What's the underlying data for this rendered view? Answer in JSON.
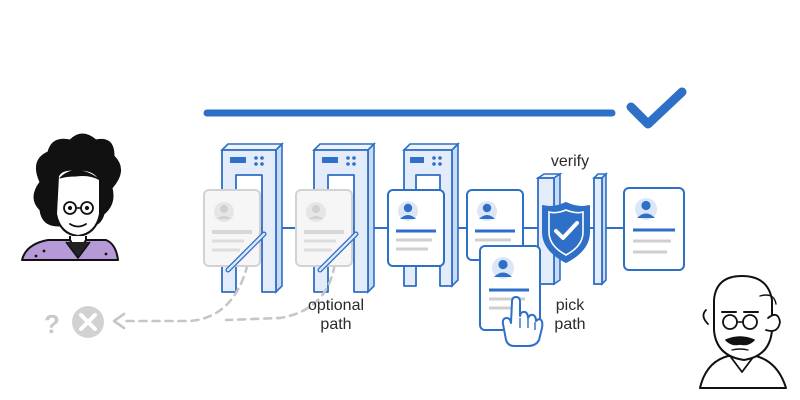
{
  "labels": {
    "verify": "verify",
    "optional_line1": "optional",
    "optional_line2": "path",
    "pick_line1": "pick",
    "pick_line2": "path",
    "question": "?"
  },
  "icons": {
    "check": "checkmark-icon",
    "shield": "shield-check-icon",
    "reject": "x-circle-icon",
    "hand": "pointing-hand-icon",
    "avatar": "user-avatar-icon"
  },
  "colors": {
    "primary": "#2e6fc7",
    "primary_light": "#dbe7f6",
    "gate_fill": "#e3ecf8",
    "faded": "#c9c9c9",
    "faded_light": "#ececec",
    "ink": "#1d1d1d",
    "hair_purple": "#b69ad8"
  }
}
